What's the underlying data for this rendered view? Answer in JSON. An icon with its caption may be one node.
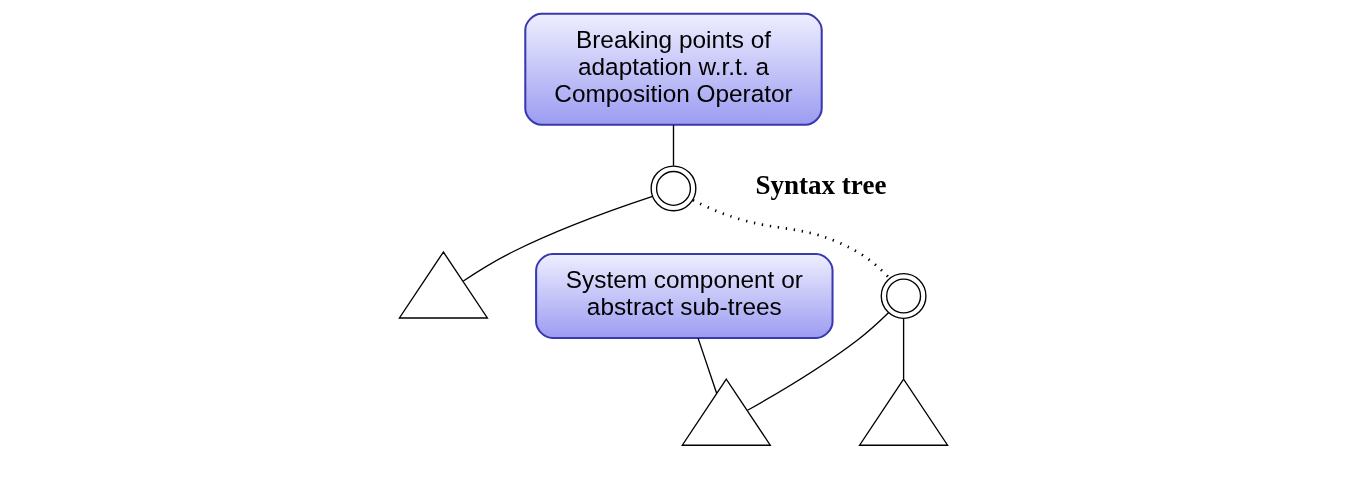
{
  "diagram": {
    "nodes": [
      {
        "text": [
          "Breaking points of adaptation w.r.t. a Composition Operator"
        ]
      },
      {
        "text": [],
        "shape": "circle"
      },
      {
        "text": [],
        "shape": "triangle"
      },
      {
        "text": [],
        "shape": "circle"
      },
      {
        "text": [],
        "shape": "triangle"
      },
      {
        "text": [],
        "shape": "triangle"
      },
      {
        "text": [
          "System component or abstract sub-trees"
        ]
      }
    ],
    "edges": [
      {
        "from": 0,
        "to": 1,
        "arrow": "none"
      },
      {
        "from": 1,
        "to": 2,
        "arrow": "none"
      },
      {
        "from": 1,
        "to": 3,
        "arrow": "none",
        "style": "dashed"
      },
      {
        "from": 3,
        "to": 4,
        "arrow": "none"
      },
      {
        "from": 3,
        "to": 5,
        "arrow": "none"
      },
      {
        "from": 6,
        "to": 4,
        "arrow": "none"
      }
    ],
    "labels": [
      "Syntax tree"
    ]
  }
}
